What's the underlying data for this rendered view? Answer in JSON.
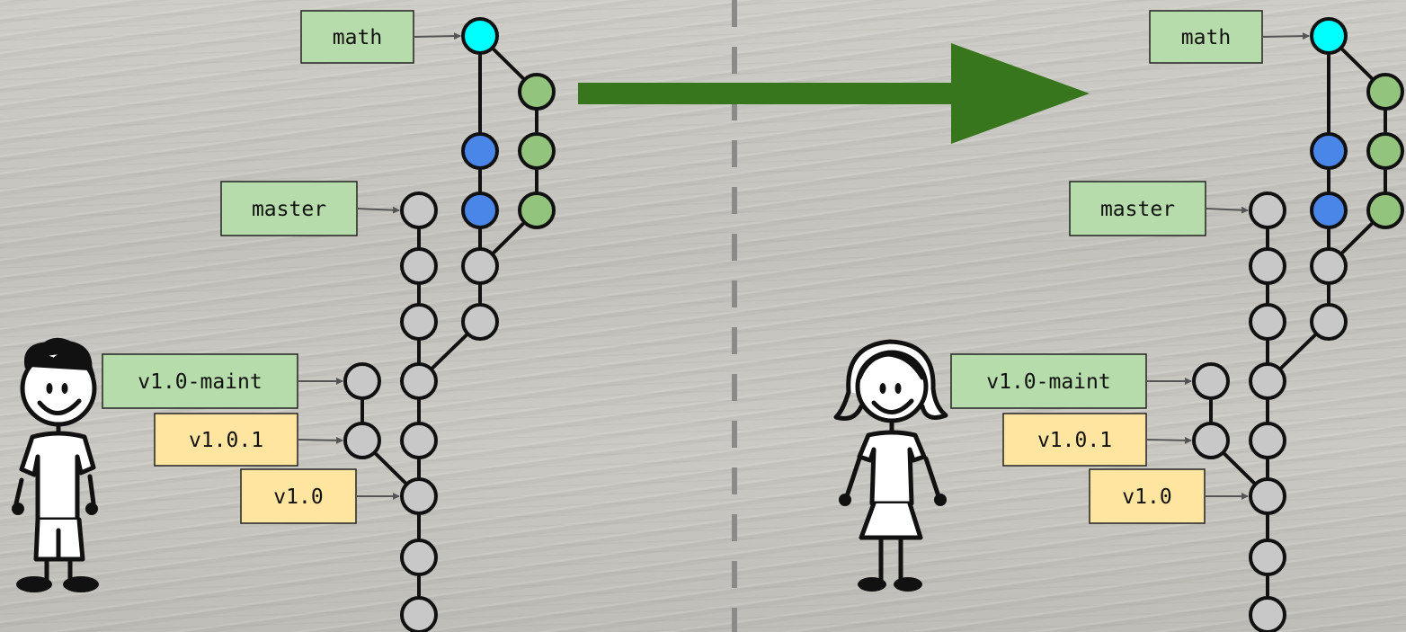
{
  "left_repo": {
    "branches": [
      {
        "id": "math",
        "label": "math",
        "kind": "branch"
      },
      {
        "id": "master",
        "label": "master",
        "kind": "branch"
      },
      {
        "id": "maint",
        "label": "v1.0-maint",
        "kind": "branch"
      }
    ],
    "tags": [
      {
        "id": "v101",
        "label": "v1.0.1",
        "kind": "tag"
      },
      {
        "id": "v10",
        "label": "v1.0",
        "kind": "tag"
      }
    ]
  },
  "right_repo": {
    "branches": [
      {
        "id": "math",
        "label": "math",
        "kind": "branch"
      },
      {
        "id": "master",
        "label": "master",
        "kind": "branch"
      },
      {
        "id": "maint",
        "label": "v1.0-maint",
        "kind": "branch"
      }
    ],
    "tags": [
      {
        "id": "v101",
        "label": "v1.0.1",
        "kind": "tag"
      },
      {
        "id": "v10",
        "label": "v1.0",
        "kind": "tag"
      }
    ]
  },
  "colors": {
    "branch_label_fill": "#b7dcab",
    "tag_label_fill": "#ffe5a0",
    "label_border": "#222222",
    "commit_gray": "#c8c8c8",
    "commit_blue": "#4a86e8",
    "commit_green": "#93c47d",
    "commit_cyan": "#00ffff",
    "arrow_green": "#38761d",
    "divider": "#8a8a8a"
  },
  "icons": {
    "left_person": "boy-stick-figure-icon",
    "right_person": "girl-stick-figure-icon",
    "transfer_arrow": "big-right-arrow-icon"
  }
}
